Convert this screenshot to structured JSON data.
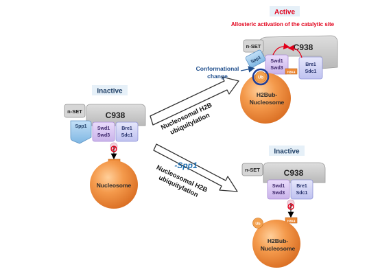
{
  "left_panel": {
    "state_label": "Inactive",
    "nset": "n-SET",
    "c938": "C938",
    "spp1": "Spp1",
    "swd1": "Swd1",
    "swd3": "Swd3",
    "bre1": "Bre1",
    "sdc1": "Sdc1",
    "h3k4": "H3K4",
    "nucleosome": "Nucleosome"
  },
  "top_arrow": {
    "line1": "Nucleosomal H2B",
    "line2": "ubiquitylation"
  },
  "bottom_arrow": {
    "minus_label": "-Spp1",
    "line1": "Nucleosomal H2B",
    "line2": "ubiquitylation"
  },
  "top_right_panel": {
    "state_label": "Active",
    "allosteric_label": "Allosteric activation of the catalytic site",
    "conformational_line1": "Conformational",
    "conformational_line2": "change",
    "nset": "n-SET",
    "c938": "C938",
    "spp1": "Spp1",
    "swd1": "Swd1",
    "swd3": "Swd3",
    "bre1": "Bre1",
    "sdc1": "Sdc1",
    "h3k4": "H3K4",
    "ub": "Ub",
    "nucleosome_line1": "H2Bub-",
    "nucleosome_line2": "Nucleosome"
  },
  "bottom_right_panel": {
    "state_label": "Inactive",
    "nset": "n-SET",
    "c938": "C938",
    "swd1": "Swd1",
    "swd3": "Swd3",
    "bre1": "Bre1",
    "sdc1": "Sdc1",
    "h3k4": "H3K4",
    "ub": "Ub",
    "nucleosome_line1": "H2Bub-",
    "nucleosome_line2": "Nucleosome"
  },
  "colors": {
    "nucleosome_orange": "#ef8a3c",
    "c938_gray": "#c9c9c9",
    "nset_gray": "#d6d6d6",
    "spp1_blue": "#9cc8ec",
    "swd_purple": "#d7c4f1",
    "bre_lavender": "#cfd1f7",
    "h3k4_orange": "#ee8a36",
    "label_blue": "#1f4e8c",
    "active_red": "#e2001a",
    "state_box": "#e6f0f8"
  }
}
